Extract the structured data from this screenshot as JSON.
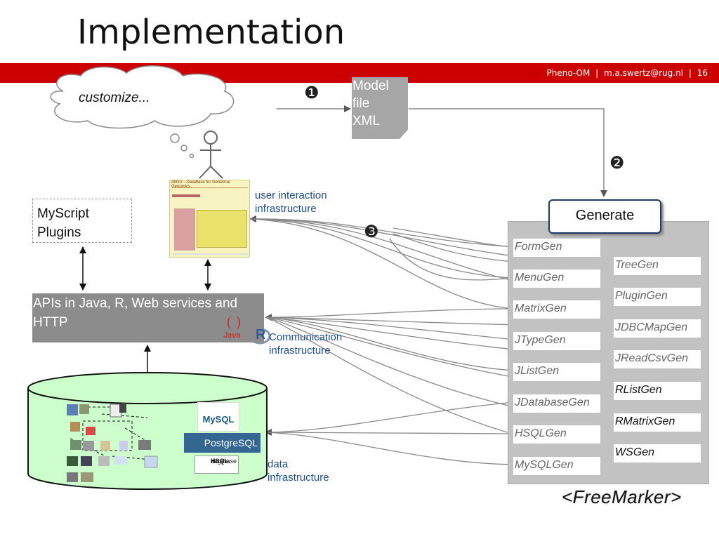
{
  "slide": {
    "title": "Implementation",
    "footer": {
      "project": "Pheno-OM",
      "email": "m.a.swertz@rug.nl",
      "page": "16",
      "separator": "|"
    }
  },
  "cloud": {
    "text": "customize..."
  },
  "model_file": {
    "lines": [
      "Model",
      "file",
      "XML"
    ]
  },
  "steps": {
    "one": "❶",
    "two": "❷",
    "three": "❸"
  },
  "labels": {
    "user_interaction": "user interaction infrastructure",
    "communication": "Communication infrastructure",
    "data": "data infrastructure"
  },
  "myscript": {
    "lines": [
      "MyScript",
      "Plugins"
    ]
  },
  "apis": {
    "text": "APIs in Java, R, Web services and HTTP"
  },
  "generate": {
    "label": "Generate"
  },
  "generators_left": [
    "FormGen",
    "MenuGen",
    "MatrixGen",
    "JTypeGen",
    "JListGen",
    "JDatabaseGen",
    "HSQLGen",
    "MySQLGen"
  ],
  "generators_right": [
    "TreeGen",
    "PluginGen",
    "JDBCMapGen",
    "JReadCsvGen",
    "RListGen",
    "RMatrixGen",
    "WSGen"
  ],
  "freemarker": {
    "text": "<FreeMarker>"
  },
  "screenshot": {
    "header": "dbGG - DataBase for Genetical Genomics"
  },
  "logos": {
    "mysql": "MySQL",
    "postgres": "PostgreSQL",
    "hsql_top": "HSQL",
    "hsql_mid": "database",
    "hsql_bot": "engine",
    "java": "Java",
    "r": "R"
  },
  "colors": {
    "red_bar": "#cc0000",
    "accent_blue": "#1f4e8c",
    "cylinder": "#ccffcc"
  }
}
